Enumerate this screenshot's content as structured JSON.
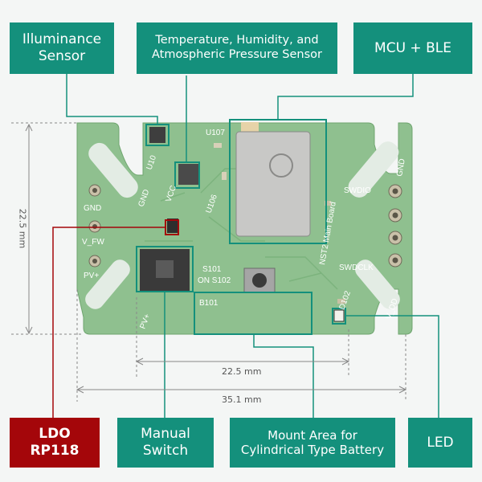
{
  "labels": {
    "illuminance": "Illuminance\nSensor",
    "env_sensor": "Temperature, Humidity, and\nAtmospheric Pressure Sensor",
    "mcu": "MCU + BLE",
    "ldo": "LDO\nRP118",
    "switch": "Manual\nSwitch",
    "battery": "Mount Area for\nCylindrical Type Battery",
    "led": "LED"
  },
  "dimensions": {
    "height": "22.5 mm",
    "inner_width": "22.5 mm",
    "outer_width": "35.1 mm"
  },
  "silkscreen": {
    "u107": "U107",
    "u10": "U10",
    "u106": "U106",
    "gnd_left": "GND",
    "v_fw": "V_FW",
    "pv_plus": "PV+",
    "pv_plus_bottom": "PV+",
    "s101": "S101",
    "on_s102": "ON S102",
    "b101": "B101",
    "main_board": "NST2 Main Board",
    "swdio": "SWDIO",
    "swdclk": "SWDCLK",
    "gnd_right": "GND",
    "d102": "D102",
    "vdd": "V_DD",
    "gnd_left_top": "GND",
    "vcc": "VCC"
  },
  "colors": {
    "teal": "#14907c",
    "red": "#a4060a",
    "pcb": "#8fc08f"
  }
}
